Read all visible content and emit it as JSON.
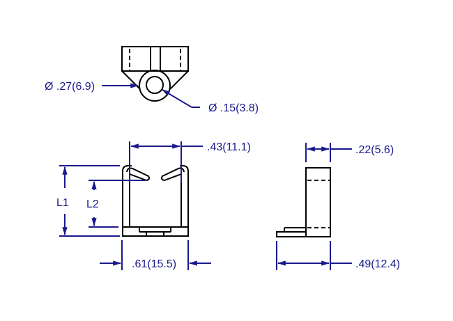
{
  "colors": {
    "outline": "#000000",
    "dimension": "#1a1a8c",
    "background": "#ffffff"
  },
  "dimensions": {
    "outer_diameter": "Ø .27(6.9)",
    "inner_diameter": "Ø .15(3.8)",
    "slot_width": ".43(11.1)",
    "base_width": ".61(15.5)",
    "height_L1": "L1",
    "height_L2": "L2",
    "side_thickness": ".22(5.6)",
    "side_depth": ".49(12.4)"
  },
  "views": {
    "top": "top-view",
    "front": "front-view",
    "side": "side-view"
  }
}
